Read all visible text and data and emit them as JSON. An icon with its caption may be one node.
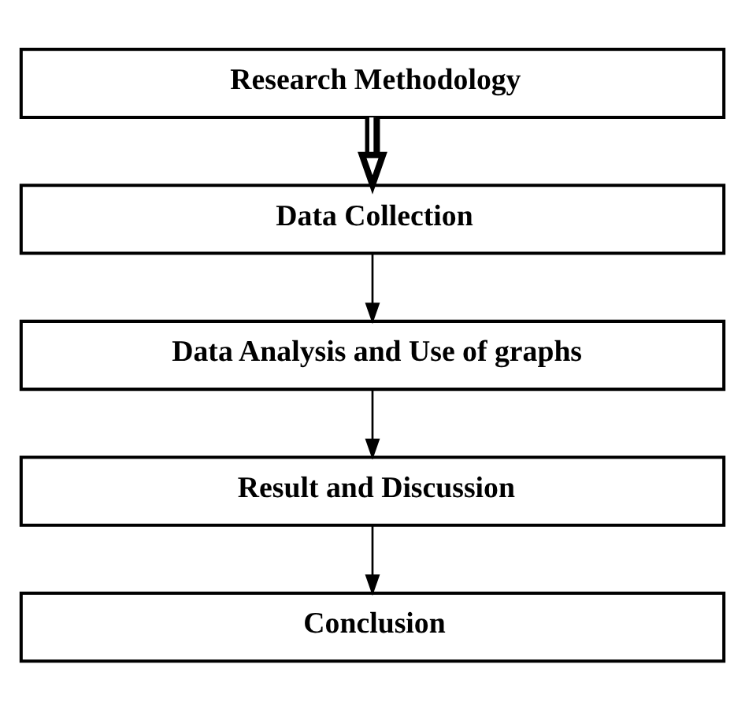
{
  "diagram": {
    "nodes": [
      {
        "text": [
          "Research Methodology"
        ]
      },
      {
        "text": [
          "Data Collection"
        ]
      },
      {
        "text": [
          "Data Analysis and Use of graphs"
        ]
      },
      {
        "text": [
          "Result and Discussion"
        ]
      },
      {
        "text": [
          "Conclusion"
        ]
      }
    ],
    "edges": [
      {
        "from": 0,
        "to": 1,
        "arrow": "to",
        "style": "thick"
      },
      {
        "from": 1,
        "to": 2,
        "arrow": "to"
      },
      {
        "from": 2,
        "to": 3,
        "arrow": "to"
      },
      {
        "from": 3,
        "to": 4,
        "arrow": "to"
      }
    ]
  }
}
